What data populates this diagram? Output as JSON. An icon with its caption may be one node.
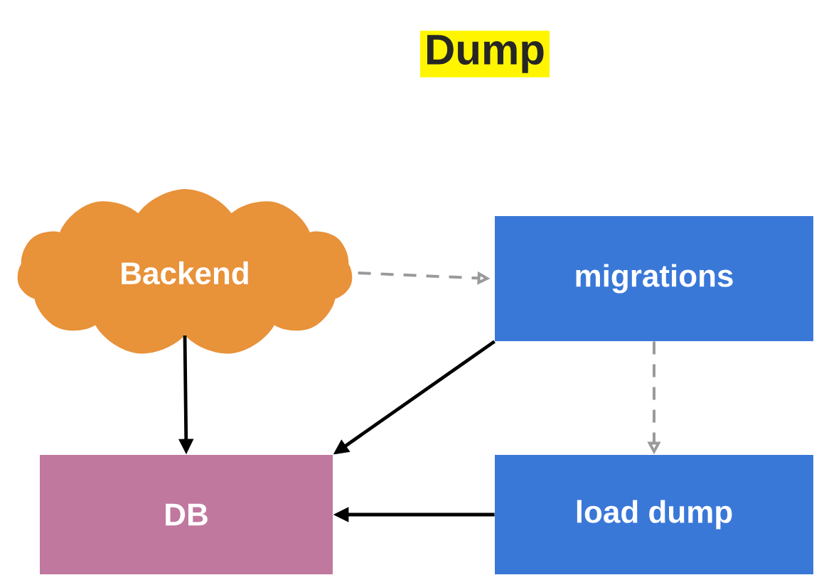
{
  "diagram": {
    "title": "Dump",
    "nodes": [
      {
        "text": [
          "Backend"
        ]
      },
      {
        "text": [
          "migrations"
        ]
      },
      {
        "text": [
          "DB"
        ]
      },
      {
        "text": [
          "load dump"
        ]
      }
    ],
    "edges": [
      {
        "from": 0,
        "to": 1,
        "arrow": "to",
        "style": "dashed",
        "color": "#9a9a9a"
      },
      {
        "from": 1,
        "to": 3,
        "arrow": "to",
        "style": "dashed",
        "color": "#9a9a9a"
      },
      {
        "from": 0,
        "to": 2,
        "arrow": "to"
      },
      {
        "from": 1,
        "to": 2,
        "arrow": "to"
      },
      {
        "from": 3,
        "to": 2,
        "arrow": "to"
      }
    ]
  }
}
